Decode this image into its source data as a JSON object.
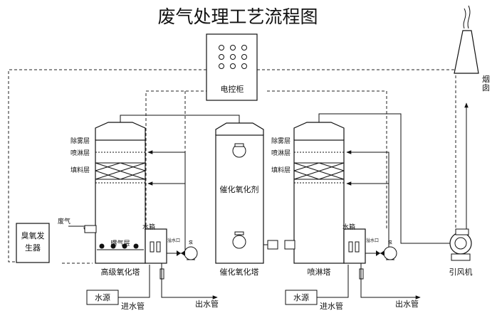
{
  "title": "废气处理工艺流程图",
  "control_cabinet": "电控柜",
  "ozone_generator": [
    "臭氧发",
    "生器"
  ],
  "exhaust_gas": "废气",
  "towers": {
    "advanced_oxidation": {
      "name": "高级氧化塔",
      "layers": [
        "除雾层",
        "喷淋层",
        "填料层"
      ],
      "aeration": "曝气层"
    },
    "catalytic_oxidation": {
      "name": "催化氧化塔",
      "agent": "催化氧化剂"
    },
    "spray": {
      "name": "喷淋塔",
      "layers": [
        "除雾层",
        "喷淋层",
        "填料层"
      ]
    }
  },
  "water_level": "水箱",
  "overflow": "溢水口",
  "pump": "泵",
  "water_source": "水源",
  "inlet_pipe": "进水管",
  "outlet_pipe": "出水管",
  "fan": "引风机",
  "chimney": "烟囱"
}
